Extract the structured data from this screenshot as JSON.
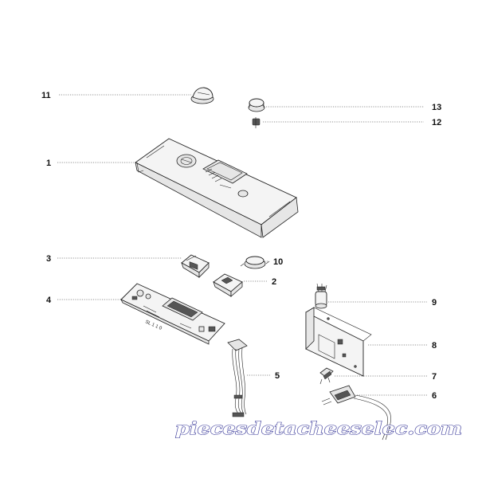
{
  "diagram": {
    "callouts": [
      {
        "id": "c11",
        "number": "11",
        "part": "knob"
      },
      {
        "id": "c13",
        "number": "13",
        "part": "button-cap"
      },
      {
        "id": "c12",
        "number": "12",
        "part": "spring-pin"
      },
      {
        "id": "c1",
        "number": "1",
        "part": "control-panel-fascia"
      },
      {
        "id": "c3",
        "number": "3",
        "part": "switch-module"
      },
      {
        "id": "c10",
        "number": "10",
        "part": "round-switch"
      },
      {
        "id": "c2",
        "number": "2",
        "part": "switch-module-2"
      },
      {
        "id": "c4",
        "number": "4",
        "part": "electronic-board"
      },
      {
        "id": "c9",
        "number": "9",
        "part": "capacitor"
      },
      {
        "id": "c8",
        "number": "8",
        "part": "mounting-bracket"
      },
      {
        "id": "c5",
        "number": "5",
        "part": "wiring-harness"
      },
      {
        "id": "c7",
        "number": "7",
        "part": "cable-clamp"
      },
      {
        "id": "c6",
        "number": "6",
        "part": "mains-cable-plug"
      }
    ],
    "board_marking": "SL 1 1 0"
  },
  "watermark": {
    "text": "piecesdetacheeselec.com",
    "stroke_color": "#3a3a9a",
    "fill_color": "#ffffff"
  }
}
